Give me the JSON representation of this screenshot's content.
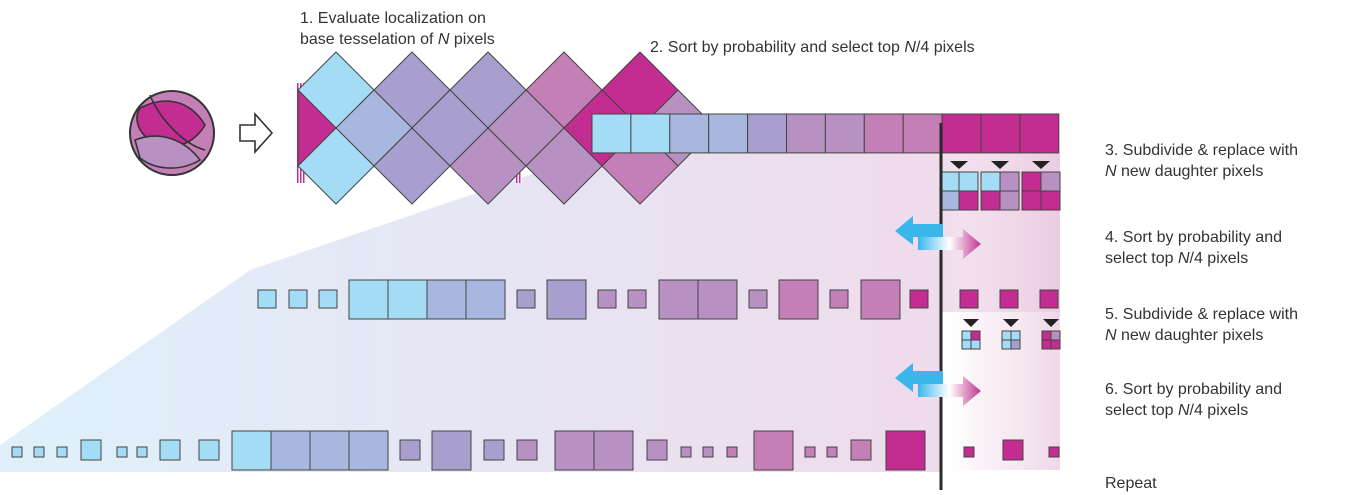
{
  "colors": {
    "cyan": "#a4dcf5",
    "blue": "#a8b7df",
    "lavender": "#a99fcf",
    "mauve": "#b891c3",
    "pink": "#c47fb7",
    "magenta": "#c32c91",
    "stroke": "#5a5a5a",
    "arrow_cyan": "#39b7ea",
    "arrow_magenta": "#c0358f"
  },
  "labels": {
    "step1": {
      "pre": "1. Evaluate localization on",
      "l2a": "base tesselation of ",
      "l2i": "N",
      "l2b": " pixels"
    },
    "step2": {
      "a": "2. Sort by probability and select top ",
      "i": "N",
      "b": "/4 pixels"
    },
    "step3": {
      "l1": "3. Subdivide & replace with",
      "l2i": "N",
      "l2b": " new daughter pixels"
    },
    "step4": {
      "l1": "4. Sort by probability and",
      "l2a": "select top ",
      "l2i": "N",
      "l2b": "/4 pixels"
    },
    "step5": {
      "l1": "5. Subdivide & replace with",
      "l2i": "N",
      "l2b": " new daughter pixels"
    },
    "step6": {
      "l1": "6. Sort by probability and",
      "l2a": "select top ",
      "l2i": "N",
      "l2b": "/4 pixels"
    },
    "repeat": "Repeat"
  },
  "icons": [
    "sphere-icon",
    "right-arrow-icon",
    "double-arrow-icon",
    "subdivide-marker-icon"
  ],
  "diagram": {
    "base_pixel_colors": [
      "blue",
      "lavender",
      "lavender",
      "pink",
      "magenta",
      "magenta"
    ],
    "row1_colors": [
      "cyan",
      "cyan",
      "blue",
      "blue",
      "lavender",
      "mauve",
      "mauve",
      "pink",
      "pink",
      "magenta",
      "magenta",
      "magenta"
    ],
    "row1_selected": 3,
    "row3_colors": [
      "cyan",
      "cyan",
      "cyan",
      "cyan",
      "cyan",
      "blue",
      "blue",
      "lavender",
      "lavender",
      "mauve",
      "mauve",
      "mauve",
      "mauve",
      "mauve",
      "pink",
      "pink",
      "pink",
      "magenta",
      "magenta",
      "magenta",
      "magenta"
    ],
    "row3_selected": 3,
    "row5_colors": [
      "cyan",
      "cyan",
      "cyan",
      "cyan",
      "cyan",
      "cyan",
      "cyan",
      "cyan",
      "cyan",
      "cyan",
      "blue",
      "blue",
      "lavender",
      "lavender",
      "lavender",
      "mauve",
      "mauve",
      "mauve",
      "mauve",
      "mauve",
      "mauve",
      "pink",
      "pink",
      "pink",
      "pink",
      "pink",
      "magenta",
      "magenta",
      "magenta"
    ],
    "row5_selected": 3
  }
}
